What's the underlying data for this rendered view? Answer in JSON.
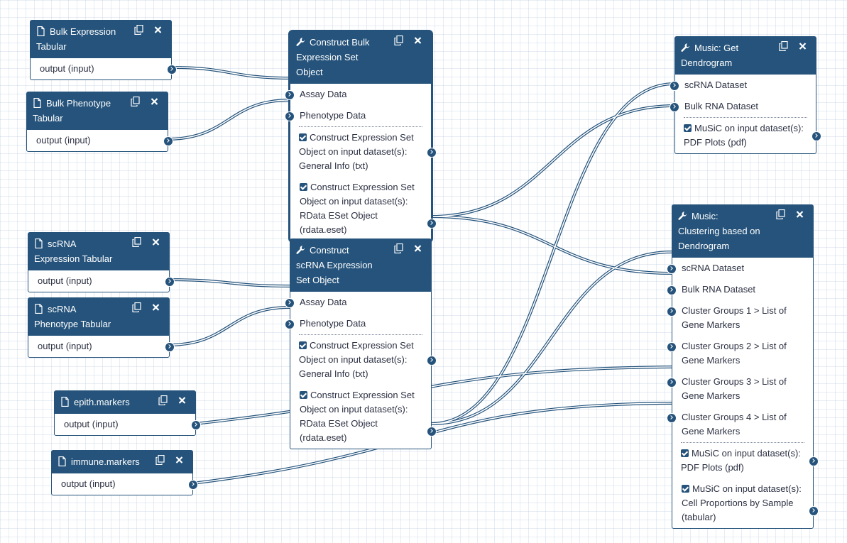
{
  "nodes": {
    "bulk_expr": {
      "title": "Bulk Expression Tabular",
      "output": "output (input)"
    },
    "bulk_pheno": {
      "title": "Bulk Phenotype Tabular",
      "output": "output (input)"
    },
    "scrna_expr": {
      "title": "scRNA Expression Tabular",
      "output": "output (input)"
    },
    "scrna_pheno": {
      "title": "scRNA Phenotype Tabular",
      "output": "output (input)"
    },
    "epith": {
      "title": "epith.markers",
      "output": "output (input)"
    },
    "immune": {
      "title": "immune.markers",
      "output": "output (input)"
    },
    "construct_bulk": {
      "title": "Construct Bulk Expression Set Object",
      "inputs": [
        "Assay Data",
        "Phenotype Data"
      ],
      "outputs": [
        "Construct Expression Set Object on input dataset(s): General Info (txt)",
        "Construct Expression Set Object on input dataset(s): RData ESet Object (rdata.eset)"
      ]
    },
    "construct_scrna": {
      "title": "Construct scRNA Expression Set Object",
      "inputs": [
        "Assay Data",
        "Phenotype Data"
      ],
      "outputs": [
        "Construct Expression Set Object on input dataset(s): General Info (txt)",
        "Construct Expression Set Object on input dataset(s): RData ESet Object (rdata.eset)"
      ]
    },
    "dendrogram": {
      "title": "Music: Get Dendrogram",
      "inputs": [
        "scRNA Dataset",
        "Bulk RNA Dataset"
      ],
      "outputs": [
        "MuSiC on input dataset(s): PDF Plots (pdf)"
      ]
    },
    "clustering": {
      "title": "Music: Clustering based on Dendrogram",
      "inputs": [
        "scRNA Dataset",
        "Bulk RNA Dataset",
        "Cluster Groups 1 > List of Gene Markers",
        "Cluster Groups 2 > List of Gene Markers",
        "Cluster Groups 3 > List of Gene Markers",
        "Cluster Groups 4 > List of Gene Markers"
      ],
      "outputs": [
        "MuSiC on input dataset(s): PDF Plots (pdf)",
        "MuSiC on input dataset(s): Cell Proportions by Sample (tabular)"
      ]
    }
  },
  "icons": {
    "input_node": "file-icon",
    "tool_node": "wrench-icon",
    "copy": "copy-icon",
    "delete": "close-icon",
    "output_checked": "checkbox-checked-icon"
  },
  "colors": {
    "node_header": "#25537b",
    "wire": "#25537b"
  }
}
